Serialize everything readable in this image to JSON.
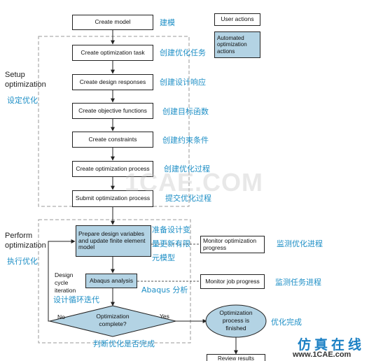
{
  "legend": {
    "user_actions": "User actions",
    "automated_actions": "Automated optimization actions"
  },
  "groups": {
    "setup": {
      "label": "Setup optimization",
      "label_cn": "设定优化"
    },
    "perform": {
      "label": "Perform optimization",
      "label_cn": "执行优化"
    }
  },
  "steps": [
    {
      "label": "Create model",
      "label_cn": "建模"
    },
    {
      "label": "Create optimization task",
      "label_cn": "创建优化任务"
    },
    {
      "label": "Create design responses",
      "label_cn": "创建设计响应"
    },
    {
      "label": "Create objective functions",
      "label_cn": "创建目标函数"
    },
    {
      "label": "Create constraints",
      "label_cn": "创建约束条件"
    },
    {
      "label": "Create optimization process",
      "label_cn": "创建优化过程"
    },
    {
      "label": "Submit optimization process",
      "label_cn": "提交优化过程"
    }
  ],
  "prepare": {
    "label": "Prepare design variables and update finite element model",
    "label_cn_1": "准备设计变",
    "label_cn_2": "量更新有限",
    "label_cn_3": "元模型"
  },
  "analysis": {
    "label": "Abaqus analysis",
    "label_cn": "Abaqus 分析"
  },
  "monitor_opt": {
    "label": "Monitor optimization progress",
    "label_cn": "监测优化进程"
  },
  "monitor_job": {
    "label": "Monitor job progress",
    "label_cn": "监测任务进程"
  },
  "cycle": {
    "label_1": "Design",
    "label_2": "cycle",
    "label_3": "iteration",
    "label_cn": "设计循环迭代"
  },
  "decision": {
    "label_1": "Optimization",
    "label_2": "complete?",
    "label_cn": "判断优化是否完成",
    "yes": "Yes",
    "no": "No"
  },
  "finished": {
    "label_1": "Optimization",
    "label_2": "process is",
    "label_3": "finished",
    "label_cn": "优化完成"
  },
  "review": {
    "label": "Review results"
  },
  "watermark": {
    "center": "1CAE.COM",
    "brand_cn": "仿真在线",
    "brand_en": "www.1CAE.com"
  }
}
